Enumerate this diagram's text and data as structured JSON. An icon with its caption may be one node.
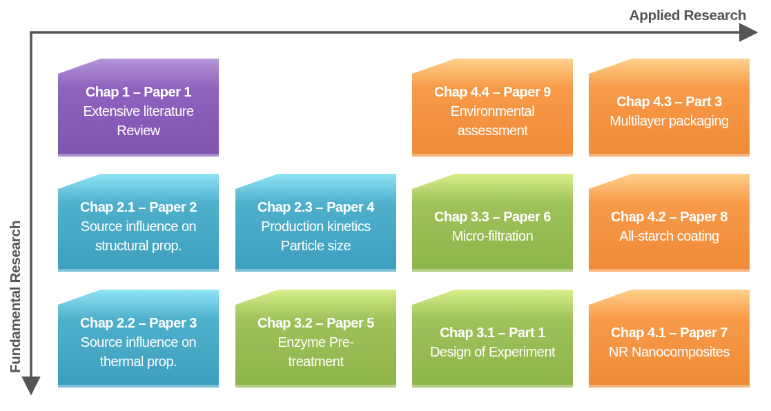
{
  "diagram": {
    "nodes": [
      {
        "text": [
          "Chap 1 – Paper 1",
          "Extensive literature Review"
        ]
      },
      {
        "text": [
          "Chap 4.4 – Paper 9",
          "Environmental assessment"
        ]
      },
      {
        "text": [
          "Chap 4.3 – Part 3",
          "Multilayer packaging"
        ]
      },
      {
        "text": [
          "Chap 2.1 – Paper 2",
          "Source influence on structural prop."
        ]
      },
      {
        "text": [
          "Chap 2.3 – Paper 4",
          "Production kinetics Particle size"
        ]
      },
      {
        "text": [
          "Chap 3.3 – Paper 6",
          "Micro-filtration"
        ]
      },
      {
        "text": [
          "Chap 4.2 – Paper 8",
          "All-starch coating"
        ]
      },
      {
        "text": [
          "Chap 2.2 – Paper 3",
          "Source influence on thermal prop."
        ]
      },
      {
        "text": [
          "Chap 3.2 – Paper 5",
          "Enzyme Pre-treatment"
        ]
      },
      {
        "text": [
          "Chap 3.1 – Part 1",
          "Design of Experiment"
        ]
      },
      {
        "text": [
          "Chap 4.1 – Paper 7",
          "NR Nanocomposites"
        ]
      }
    ],
    "edges": [],
    "labels": [
      "Applied Research",
      "Fundamental Research"
    ]
  }
}
